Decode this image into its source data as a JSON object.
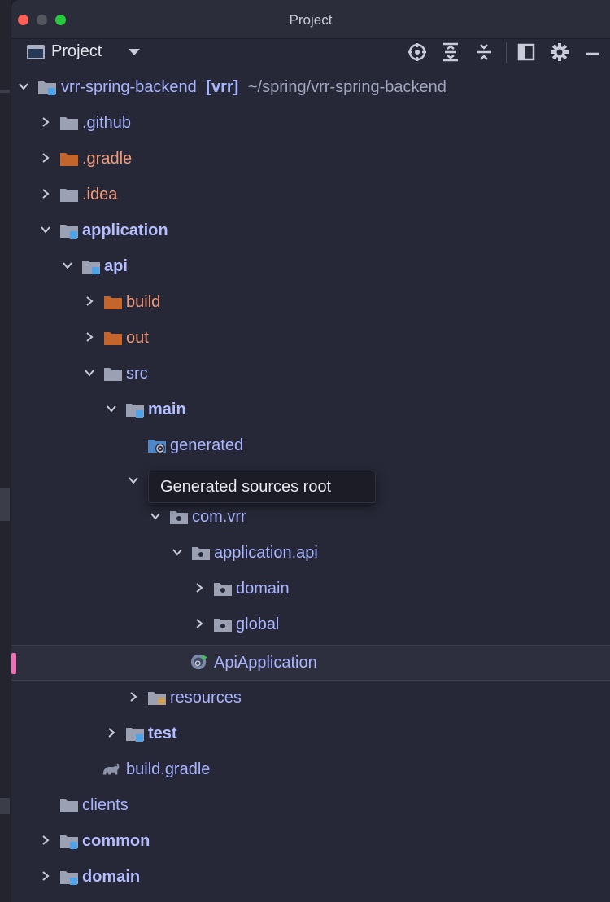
{
  "window": {
    "title": "Project"
  },
  "toolbar": {
    "view_label": "Project",
    "icons": [
      "locate-icon",
      "expand-all-icon",
      "collapse-all-icon",
      "layout-icon",
      "gear-icon",
      "minimize-icon"
    ]
  },
  "tree": {
    "root": {
      "name": "vrr-spring-backend",
      "module": "[vrr]",
      "path": "~/spring/vrr-spring-backend"
    },
    "items": [
      {
        "label": ".github"
      },
      {
        "label": ".gradle"
      },
      {
        "label": ".idea"
      },
      {
        "label": "application"
      },
      {
        "label": "api"
      },
      {
        "label": "build"
      },
      {
        "label": "out"
      },
      {
        "label": "src"
      },
      {
        "label": "main"
      },
      {
        "label": "generated"
      },
      {
        "label": ""
      },
      {
        "label": "com.vrr"
      },
      {
        "label": "application.api"
      },
      {
        "label": "domain"
      },
      {
        "label": "global"
      },
      {
        "label": "ApiApplication"
      },
      {
        "label": "resources"
      },
      {
        "label": "test"
      },
      {
        "label": "build.gradle"
      },
      {
        "label": "clients"
      },
      {
        "label": "common"
      },
      {
        "label": "domain"
      }
    ]
  },
  "tooltip": {
    "text": "Generated sources root"
  },
  "colors": {
    "folder": "#9ba0b3",
    "excluded_folder": "#c4652c",
    "source_root": "#4fa3e8",
    "selection_marker": "#ef6fb4"
  }
}
